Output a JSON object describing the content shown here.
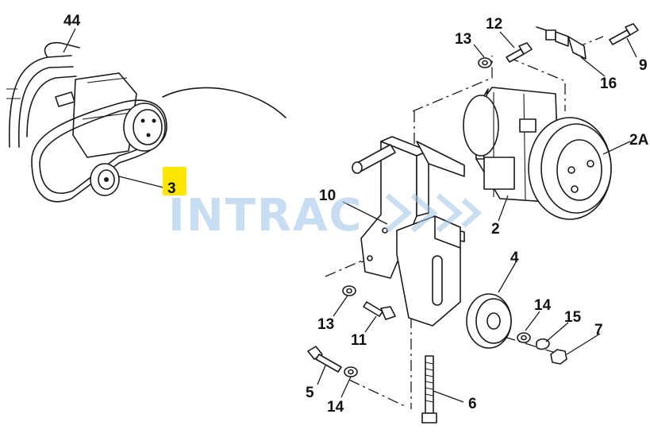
{
  "callouts": {
    "c44": "44",
    "c3": "3",
    "c13a": "13",
    "c12": "12",
    "c16": "16",
    "c9": "9",
    "c2A": "2A",
    "c2": "2",
    "c10": "10",
    "c4": "4",
    "c14a": "14",
    "c15": "15",
    "c7": "7",
    "c13b": "13",
    "c11": "11",
    "c5": "5",
    "c14b": "14",
    "c6": "6"
  },
  "highlighted_callout": "3",
  "watermark": {
    "text": "INTRAC",
    "color": "#9cc3e6"
  },
  "colors": {
    "highlight": "#ffe600",
    "ink": "#1a1a1a",
    "background": "#ffffff"
  }
}
